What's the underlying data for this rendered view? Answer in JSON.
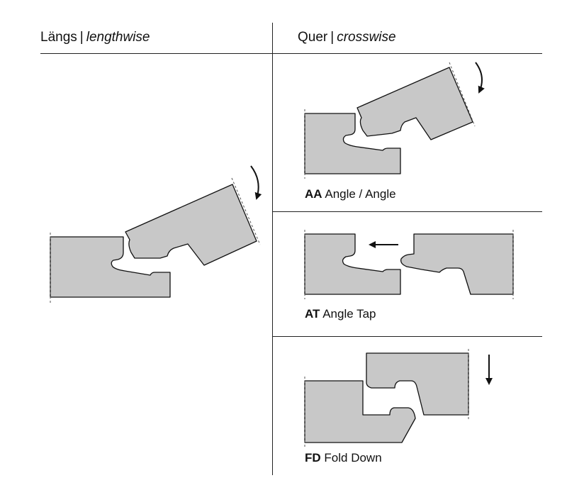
{
  "header": {
    "left_plain": "Längs",
    "left_separator": "|",
    "left_italic": "lengthwise",
    "right_plain": "Quer",
    "right_separator": "|",
    "right_italic": "crosswise"
  },
  "methods": [
    {
      "code": "AA",
      "label": "Angle / Angle"
    },
    {
      "code": "AT",
      "label": "Angle Tap"
    },
    {
      "code": "FD",
      "label": "Fold Down"
    }
  ]
}
